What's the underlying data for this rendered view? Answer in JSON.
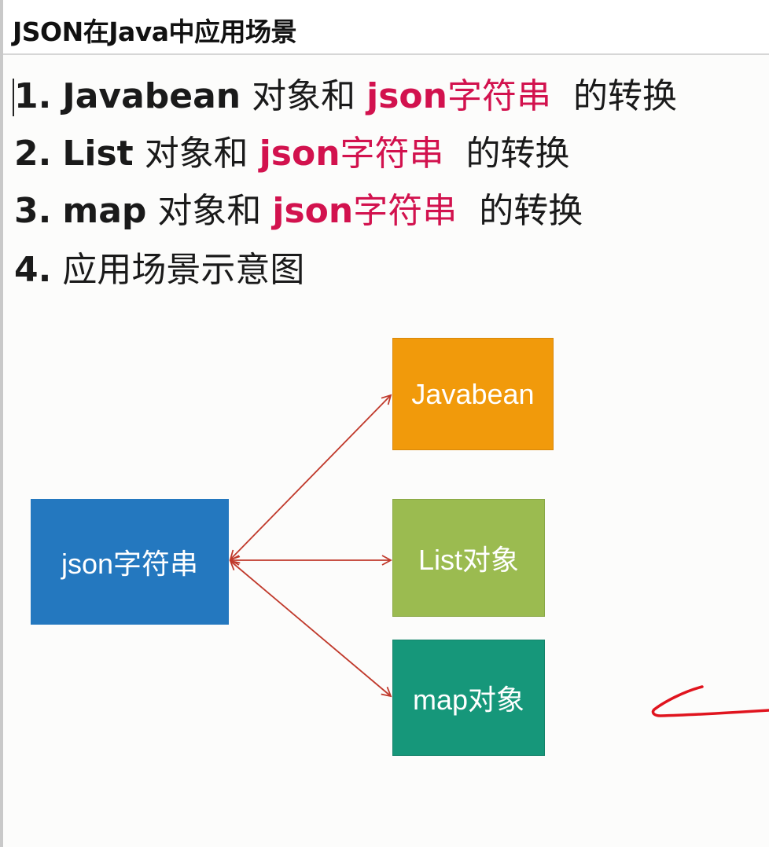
{
  "title": "JSON在Java中应用场景",
  "items": [
    {
      "number": "1.",
      "term": "Javabean",
      "mid": "对象和",
      "json_kw": "json",
      "json_zh": "字符串",
      "tail": "的转换"
    },
    {
      "number": "2.",
      "term": "List",
      "mid": "对象和",
      "json_kw": "json",
      "json_zh": "字符串",
      "tail": "的转换"
    },
    {
      "number": "3.",
      "term": "map",
      "mid": "对象和",
      "json_kw": "json",
      "json_zh": "字符串",
      "tail": "的转换"
    },
    {
      "number": "4.",
      "text": "应用场景示意图"
    }
  ],
  "diagram": {
    "source": "json字符串",
    "targets": [
      "Javabean",
      "List对象",
      "map对象"
    ]
  },
  "colors": {
    "highlight": "#d2124e",
    "source_box": "#2478bf",
    "javabean_box": "#f19a0b",
    "list_box": "#9bbb50",
    "map_box": "#16977a",
    "arrow": "#c0392b",
    "annotation_stroke": "#e0141e"
  }
}
